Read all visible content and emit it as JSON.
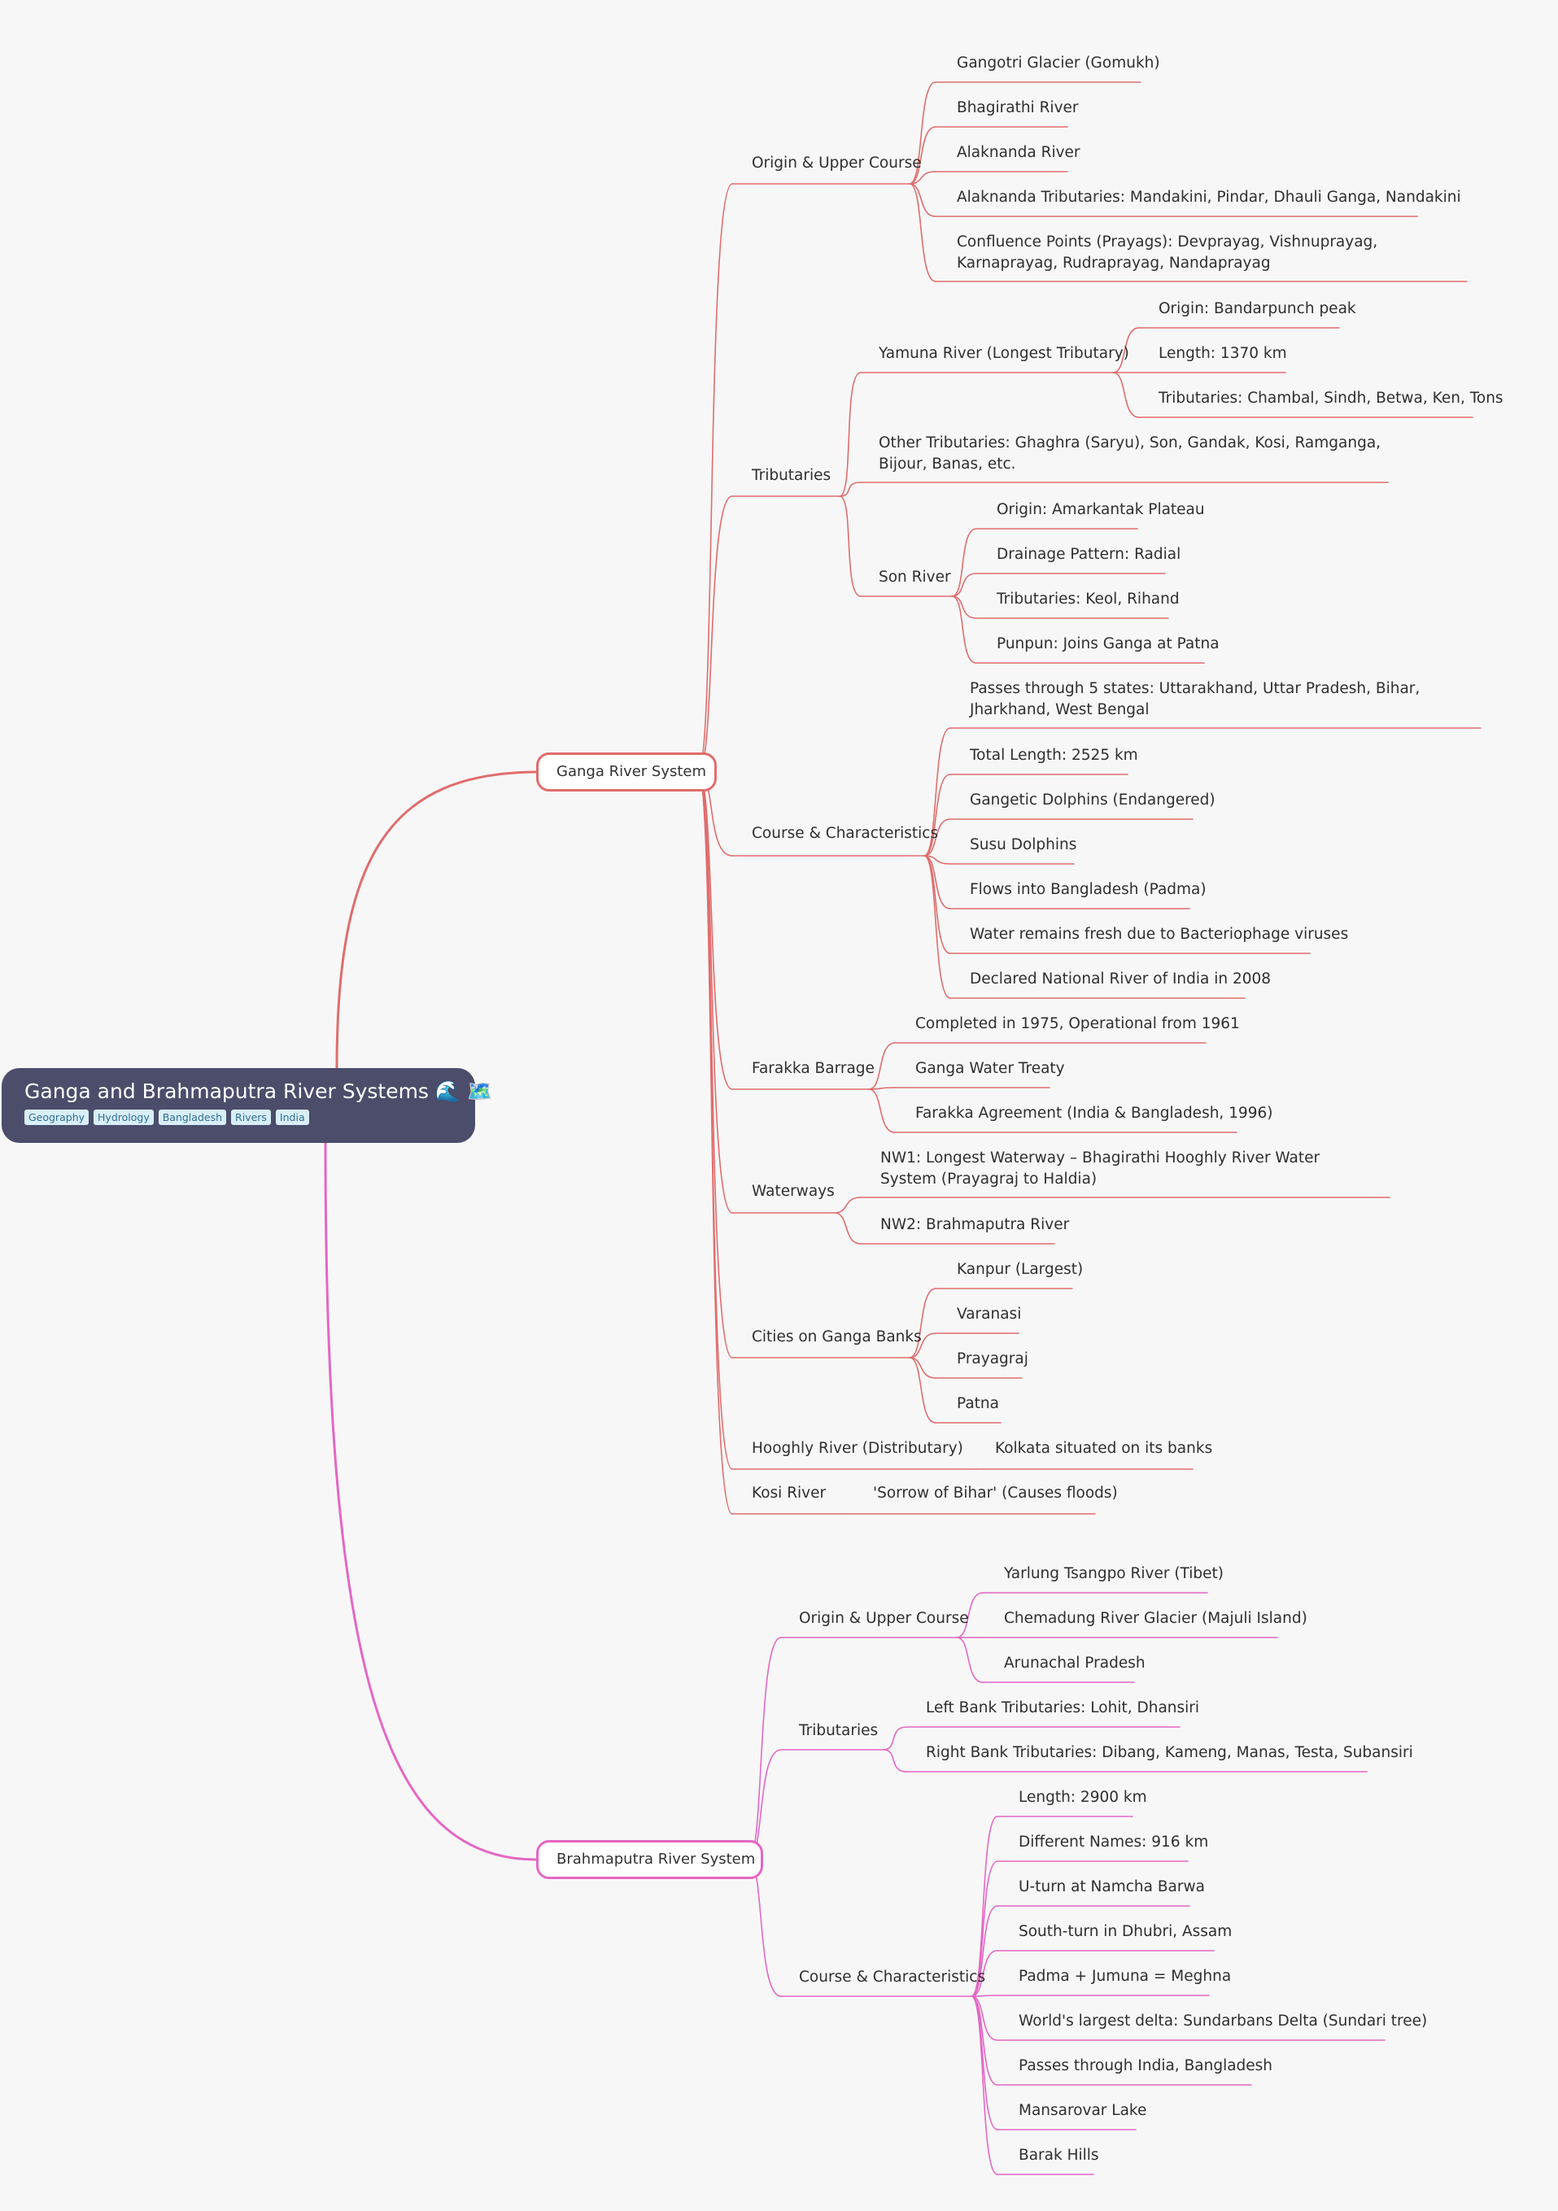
{
  "root": {
    "title": "Ganga and Brahmaputra River Systems 🌊 🗺️",
    "tags": [
      "Geography",
      "Hydrology",
      "Bangladesh",
      "Rivers",
      "India"
    ]
  },
  "colors": {
    "ganga": "#e06d6d",
    "brahmaputra": "#e467c4"
  },
  "ganga": {
    "label": "Ganga River System",
    "origin": {
      "label": "Origin & Upper Course",
      "items": [
        "Gangotri Glacier (Gomukh)",
        "Bhagirathi River",
        "Alaknanda River",
        "Alaknanda Tributaries: Mandakini, Pindar, Dhauli Ganga, Nandakini",
        "Confluence Points (Prayags): Devprayag, Vishnuprayag, Karnaprayag, Rudraprayag, Nandaprayag"
      ]
    },
    "tributaries": {
      "label": "Tributaries",
      "yamuna": {
        "label": "Yamuna River (Longest Tributary)",
        "items": [
          "Origin: Bandarpunch peak",
          "Length: 1370 km",
          "Tributaries: Chambal, Sindh, Betwa, Ken, Tons"
        ]
      },
      "other": "Other Tributaries: Ghaghra (Saryu), Son, Gandak, Kosi, Ramganga, Bijour, Banas, etc.",
      "son": {
        "label": "Son River",
        "items": [
          "Origin: Amarkantak Plateau",
          "Drainage Pattern: Radial",
          "Tributaries: Keol, Rihand",
          "Punpun: Joins Ganga at Patna"
        ]
      }
    },
    "course": {
      "label": "Course & Characteristics",
      "items": [
        "Passes through 5 states: Uttarakhand, Uttar Pradesh, Bihar, Jharkhand, West Bengal",
        "Total Length: 2525 km",
        "Gangetic Dolphins (Endangered)",
        "Susu Dolphins",
        "Flows into Bangladesh (Padma)",
        "Water remains fresh due to Bacteriophage viruses",
        "Declared National River of India in 2008"
      ]
    },
    "farakka": {
      "label": "Farakka Barrage",
      "items": [
        "Completed in 1975, Operational from 1961",
        "Ganga Water Treaty",
        "Farakka Agreement (India & Bangladesh, 1996)"
      ]
    },
    "waterways": {
      "label": "Waterways",
      "items": [
        "NW1: Longest Waterway – Bhagirathi Hooghly River Water System (Prayagraj to Haldia)",
        "NW2: Brahmaputra River"
      ]
    },
    "cities": {
      "label": "Cities on Ganga Banks",
      "items": [
        "Kanpur (Largest)",
        "Varanasi",
        "Prayagraj",
        "Patna"
      ]
    },
    "hooghly": {
      "label": "Hooghly River (Distributary)",
      "items": [
        "Kolkata situated on its banks"
      ]
    },
    "kosi": {
      "label": "Kosi River",
      "items": [
        "'Sorrow of Bihar' (Causes floods)"
      ]
    }
  },
  "brahmaputra": {
    "label": "Brahmaputra River System",
    "origin": {
      "label": "Origin & Upper Course",
      "items": [
        "Yarlung Tsangpo River (Tibet)",
        "Chemadung River Glacier (Majuli Island)",
        "Arunachal Pradesh"
      ]
    },
    "tributaries": {
      "label": "Tributaries",
      "items": [
        "Left Bank Tributaries: Lohit, Dhansiri",
        "Right Bank Tributaries: Dibang, Kameng, Manas, Testa, Subansiri"
      ]
    },
    "course": {
      "label": "Course & Characteristics",
      "items": [
        "Length: 2900 km",
        "Different Names: 916 km",
        "U-turn at Namcha Barwa",
        "South-turn in Dhubri, Assam",
        "Padma + Jumuna = Meghna",
        "World's largest delta: Sundarbans Delta (Sundari tree)",
        "Passes through India, Bangladesh",
        "Mansarovar Lake",
        "Barak Hills"
      ]
    }
  }
}
